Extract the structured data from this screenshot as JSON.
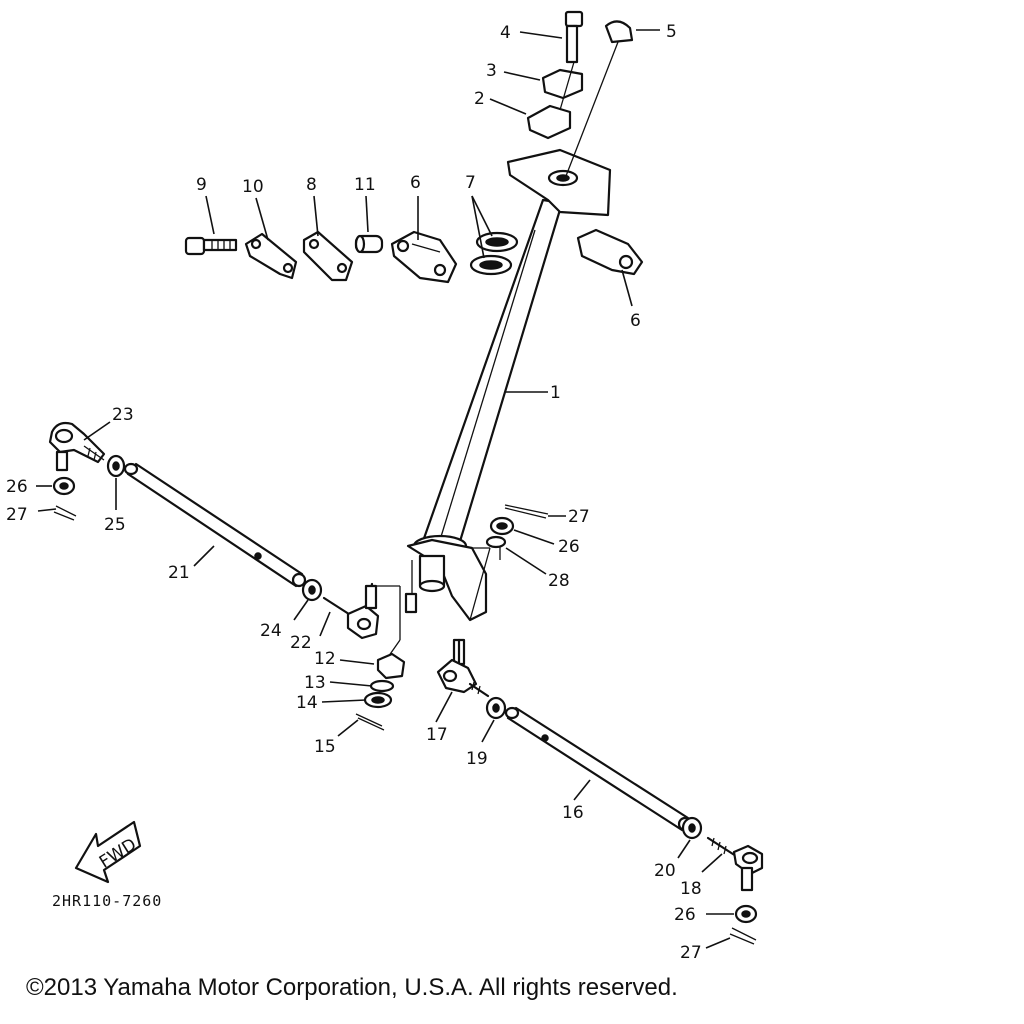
{
  "diagram": {
    "callouts": {
      "c1": "1",
      "c2": "2",
      "c3": "3",
      "c4": "4",
      "c5": "5",
      "c6a": "6",
      "c6b": "6",
      "c7": "7",
      "c8": "8",
      "c9": "9",
      "c10": "10",
      "c11": "11",
      "c12": "12",
      "c13": "13",
      "c14": "14",
      "c15": "15",
      "c16": "16",
      "c17": "17",
      "c18": "18",
      "c19": "19",
      "c20": "20",
      "c21": "21",
      "c22": "22",
      "c23": "23",
      "c24": "24",
      "c25": "25",
      "c26a": "26",
      "c26b": "26",
      "c26c": "26",
      "c27a": "27",
      "c27b": "27",
      "c27c": "27",
      "c28": "28"
    },
    "fwd_label": "FWD",
    "reference_code": "2HR110-7260",
    "copyright": "©2013 Yamaha Motor Corporation, U.S.A. All rights reserved."
  }
}
